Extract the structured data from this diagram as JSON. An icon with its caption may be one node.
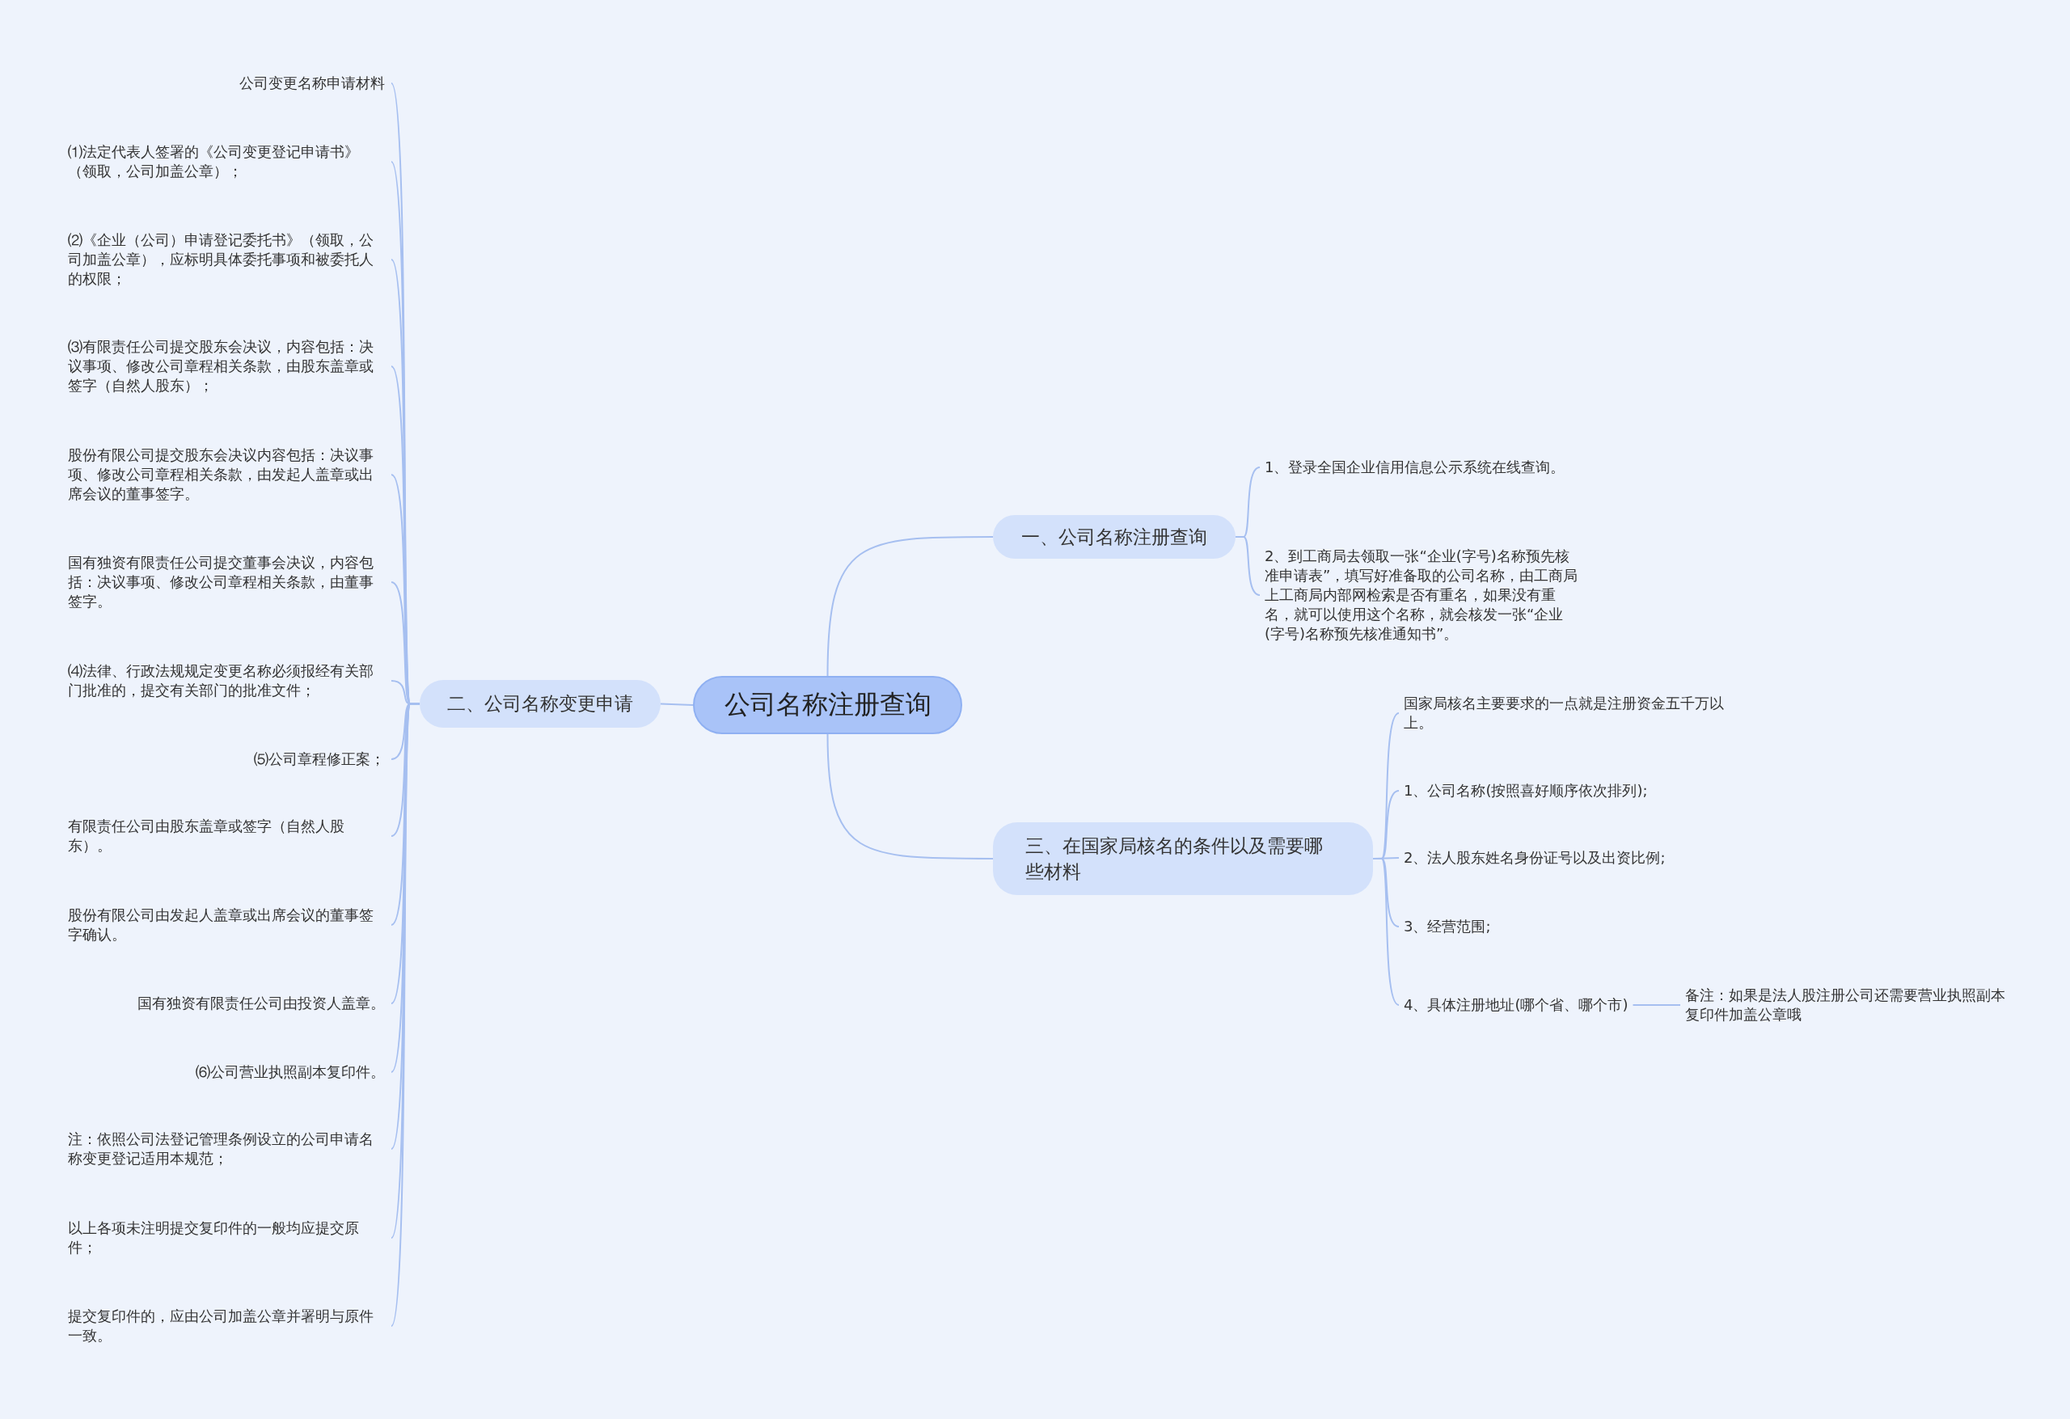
{
  "diagram": {
    "nodes": [
      {
        "text": [
          "公司名称注册查询"
        ]
      },
      {
        "text": [
          "一、公司名称注册查询"
        ]
      },
      {
        "text": [
          "1、登录全国企业信用信息公示系统在线查询。"
        ]
      },
      {
        "text": [
          "2、到工商局去领取一张“企业(字号)名称预先核准申请表”，填写好准备取的公司名称，由工商局上工商局内部网检索是否有重名，如果没有重名，就可以使用这个名称，就会核发一张“企业(字号)名称预先核准通知书”。"
        ]
      },
      {
        "text": [
          "三、在国家局核名的条件以及需要哪些材料"
        ]
      },
      {
        "text": [
          "国家局核名主要要求的一点就是注册资金五千万以上。"
        ]
      },
      {
        "text": [
          "1、公司名称(按照喜好顺序依次排列);"
        ]
      },
      {
        "text": [
          "2、法人股东姓名身份证号以及出资比例;"
        ]
      },
      {
        "text": [
          "3、经营范围;"
        ]
      },
      {
        "text": [
          "4、具体注册地址(哪个省、哪个市)"
        ]
      },
      {
        "text": [
          "备注：如果是法人股注册公司还需要营业执照副本复印件加盖公章哦"
        ]
      },
      {
        "text": [
          "二、公司名称变更申请"
        ]
      },
      {
        "text": [
          "公司变更名称申请材料"
        ]
      },
      {
        "text": [
          "⑴法定代表人签署的《公司变更登记申请书》（领取，公司加盖公章）；"
        ]
      },
      {
        "text": [
          "⑵《企业（公司）申请登记委托书》（领取，公司加盖公章），应标明具体委托事项和被委托人的权限；"
        ]
      },
      {
        "text": [
          "⑶有限责任公司提交股东会决议，内容包括：决议事项、修改公司章程相关条款，由股东盖章或签字（自然人股东）；"
        ]
      },
      {
        "text": [
          "股份有限公司提交股东会决议内容包括：决议事项、修改公司章程相关条款，由发起人盖章或出席会议的董事签字。"
        ]
      },
      {
        "text": [
          "国有独资有限责任公司提交董事会决议，内容包括：决议事项、修改公司章程相关条款，由董事签字。"
        ]
      },
      {
        "text": [
          "⑷法律、行政法规规定变更名称必须报经有关部门批准的，提交有关部门的批准文件；"
        ]
      },
      {
        "text": [
          "⑸公司章程修正案；"
        ]
      },
      {
        "text": [
          "有限责任公司由股东盖章或签字（自然人股东）。"
        ]
      },
      {
        "text": [
          "股份有限公司由发起人盖章或出席会议的董事签字确认。"
        ]
      },
      {
        "text": [
          "国有独资有限责任公司由投资人盖章。"
        ]
      },
      {
        "text": [
          "⑹公司营业执照副本复印件。"
        ]
      },
      {
        "text": [
          "注：依照公司法登记管理条例设立的公司申请名称变更登记适用本规范；"
        ]
      },
      {
        "text": [
          "以上各项未注明提交复印件的一般均应提交原件；"
        ]
      },
      {
        "text": [
          "提交复印件的，应由公司加盖公章并署明与原件一致。"
        ]
      }
    ],
    "edges": [
      {
        "from": 0,
        "to": 1,
        "arrow": "none"
      },
      {
        "from": 1,
        "to": 2,
        "arrow": "none"
      },
      {
        "from": 1,
        "to": 3,
        "arrow": "none"
      },
      {
        "from": 0,
        "to": 4,
        "arrow": "none"
      },
      {
        "from": 4,
        "to": 5,
        "arrow": "none"
      },
      {
        "from": 4,
        "to": 6,
        "arrow": "none"
      },
      {
        "from": 4,
        "to": 7,
        "arrow": "none"
      },
      {
        "from": 4,
        "to": 8,
        "arrow": "none"
      },
      {
        "from": 4,
        "to": 9,
        "arrow": "none"
      },
      {
        "from": 9,
        "to": 10,
        "arrow": "none"
      },
      {
        "from": 0,
        "to": 11,
        "arrow": "none"
      },
      {
        "from": 11,
        "to": 12,
        "arrow": "none"
      },
      {
        "from": 11,
        "to": 13,
        "arrow": "none"
      },
      {
        "from": 11,
        "to": 14,
        "arrow": "none"
      },
      {
        "from": 11,
        "to": 15,
        "arrow": "none"
      },
      {
        "from": 11,
        "to": 16,
        "arrow": "none"
      },
      {
        "from": 11,
        "to": 17,
        "arrow": "none"
      },
      {
        "from": 11,
        "to": 18,
        "arrow": "none"
      },
      {
        "from": 11,
        "to": 19,
        "arrow": "none"
      },
      {
        "from": 11,
        "to": 20,
        "arrow": "none"
      },
      {
        "from": 11,
        "to": 21,
        "arrow": "none"
      },
      {
        "from": 11,
        "to": 22,
        "arrow": "none"
      },
      {
        "from": 11,
        "to": 23,
        "arrow": "none"
      },
      {
        "from": 11,
        "to": 24,
        "arrow": "none"
      },
      {
        "from": 11,
        "to": 25,
        "arrow": "none"
      },
      {
        "from": 11,
        "to": 26,
        "arrow": "none"
      }
    ]
  }
}
